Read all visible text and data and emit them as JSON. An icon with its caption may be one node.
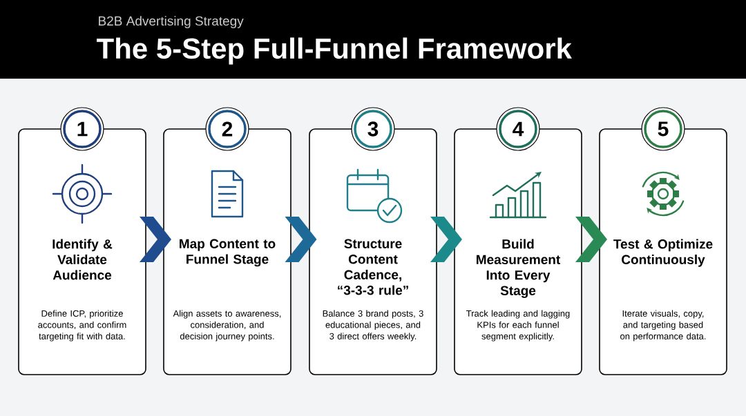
{
  "diagram": {
    "title": "The 5-Step Full-Funnel Framework",
    "nodes": [
      {
        "text": [
          "1"
        ]
      },
      {
        "text": [
          "Identify & Validate Audience",
          "Define ICP, prioritize accounts, and confirm targeting fit with data."
        ]
      },
      {
        "text": [
          "2"
        ]
      },
      {
        "text": [
          "Map Content to Funnel Stage",
          "Align assets to awareness, consideration, and decision journey points."
        ]
      },
      {
        "text": [
          "3"
        ]
      },
      {
        "text": [
          "Structure Content Cadence, “3-3-3 rule”",
          "Balance 3 brand posts, 3 educational pieces, and 3 direct offers weekly."
        ]
      },
      {
        "text": [
          "4"
        ]
      },
      {
        "text": [
          "Build Measurement Into Every Stage",
          "Track leading and lagging KPIs for each funnel segment explicitly."
        ]
      },
      {
        "text": [
          "5"
        ]
      },
      {
        "text": [
          "Test & Optimize Continuously",
          "Iterate visuals, copy, and targeting based on performance data."
        ]
      }
    ],
    "edges": [
      {
        "from": 1,
        "to": 3,
        "arrow": "to",
        "color": "#1f4c8f"
      },
      {
        "from": 3,
        "to": 5,
        "arrow": "to",
        "color": "#1d6a99"
      },
      {
        "from": 5,
        "to": 7,
        "arrow": "to",
        "color": "#1c8a8a"
      },
      {
        "from": 7,
        "to": 9,
        "arrow": "to",
        "color": "#2a8a55"
      }
    ],
    "labels": [
      "B2B Advertising Strategy"
    ]
  }
}
